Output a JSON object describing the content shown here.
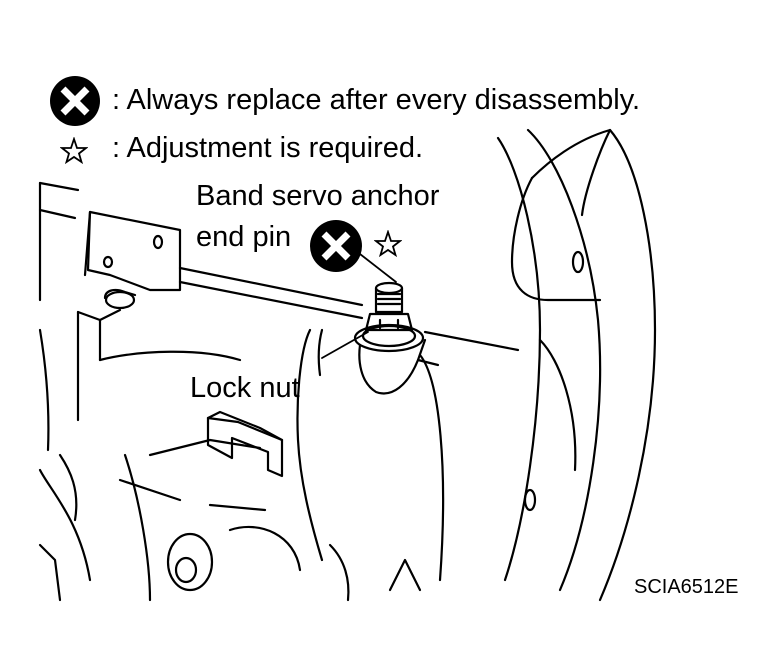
{
  "legend": {
    "replace_symbol": "always-replace-x-icon",
    "replace_text": ": Always replace after every disassembly.",
    "adjust_symbol": "star-icon",
    "adjust_text": ": Adjustment is required."
  },
  "callouts": {
    "anchor_pin_line1": "Band servo anchor",
    "anchor_pin_line2": "end pin",
    "lock_nut": "Lock nut"
  },
  "figure_code": "SCIA6512E"
}
